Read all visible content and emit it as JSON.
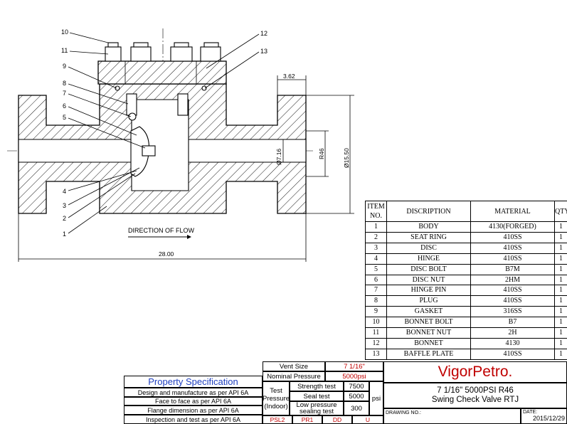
{
  "drawing": {
    "callouts": [
      "10",
      "11",
      "9",
      "8",
      "7",
      "6",
      "5",
      "4",
      "3",
      "2",
      "1",
      "12",
      "13"
    ],
    "dimensions": {
      "flange_thickness": "3.62",
      "overall_length": "28.00",
      "bore": "Ø7.16",
      "ring_groove": "R46",
      "flange_od": "Ø15.50"
    },
    "flow_label": "DIRECTION OF FLOW"
  },
  "parts_table": {
    "headers": [
      "ITEM NO.",
      "DISCRIPTION",
      "MATERIAL",
      "QTY"
    ],
    "rows": [
      [
        "1",
        "BODY",
        "4130(FORGED)",
        "1"
      ],
      [
        "2",
        "SEAT RING",
        "410SS",
        "1"
      ],
      [
        "3",
        "DISC",
        "410SS",
        "1"
      ],
      [
        "4",
        "HINGE",
        "410SS",
        "1"
      ],
      [
        "5",
        "DISC BOLT",
        "B7M",
        "1"
      ],
      [
        "6",
        "DISC NUT",
        "2HM",
        "1"
      ],
      [
        "7",
        "HINGE PIN",
        "410SS",
        "1"
      ],
      [
        "8",
        "PLUG",
        "410SS",
        "1"
      ],
      [
        "9",
        "GASKET",
        "316SS",
        "1"
      ],
      [
        "10",
        "BONNET BOLT",
        "B7",
        "1"
      ],
      [
        "11",
        "BONNET NUT",
        "2H",
        "1"
      ],
      [
        "12",
        "BONNET",
        "4130",
        "1"
      ],
      [
        "13",
        "BAFFLE PLATE",
        "410SS",
        "1"
      ]
    ]
  },
  "title_block": {
    "property_spec": "Property Specification",
    "spec_lines": [
      "Design and manufacture as per API 6A",
      "Face to face as per API 6A",
      "Flange dimension as per API 6A",
      "Inspection and test as per API 6A"
    ],
    "vent_size_label": "Vent Size",
    "vent_size_value": "7 1/16\"",
    "nominal_pressure_label": "Nominal Pressure",
    "nominal_pressure_value": "5000psi",
    "test_pressure_label": "Test Pressure (Indoor)",
    "strength_test_label": "Strength test",
    "strength_test_value": "7500",
    "seal_test_label": "Seal test",
    "seal_test_value": "5000",
    "low_pressure_label": "Low pressure sealing test",
    "low_pressure_value": "300",
    "unit": "psi",
    "bottom_codes": [
      "PSL2",
      "PR1",
      "DD",
      "U"
    ],
    "brand": "VigorPetro.",
    "product_line1": "7 1/16\" 5000PSI R46",
    "product_line2": "Swing Check Valve RTJ",
    "drawing_no_label": "DRAWING NO.:",
    "date_label": "DATE:",
    "date_value": "2015/12/29"
  },
  "colors": {
    "brand_red": "#c00000",
    "spec_blue": "#1f3fbf"
  }
}
